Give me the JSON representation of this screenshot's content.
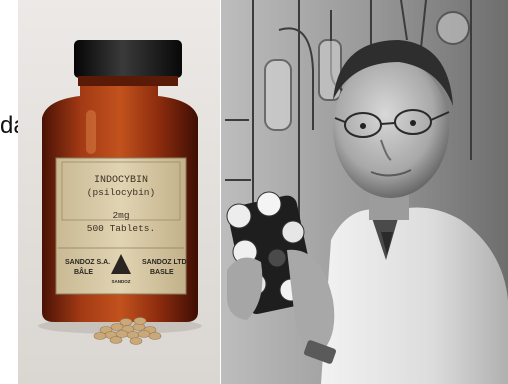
{
  "stray_text": "da",
  "bottle_label": {
    "line1": "INDOCYBIN",
    "line2": "(psilocybin)",
    "line3": "2mg",
    "line4": "500 Tablets.",
    "maker_left_1": "SANDOZ S.A.",
    "maker_left_2": "BÂLE",
    "maker_right_1": "SANDOZ LTD.",
    "maker_right_2": "BASLE",
    "logo_text": "SANDOZ"
  },
  "colors": {
    "bottle_amber": "#8a2a10",
    "cap_black": "#141414",
    "label_paper": "#d9ccab"
  }
}
